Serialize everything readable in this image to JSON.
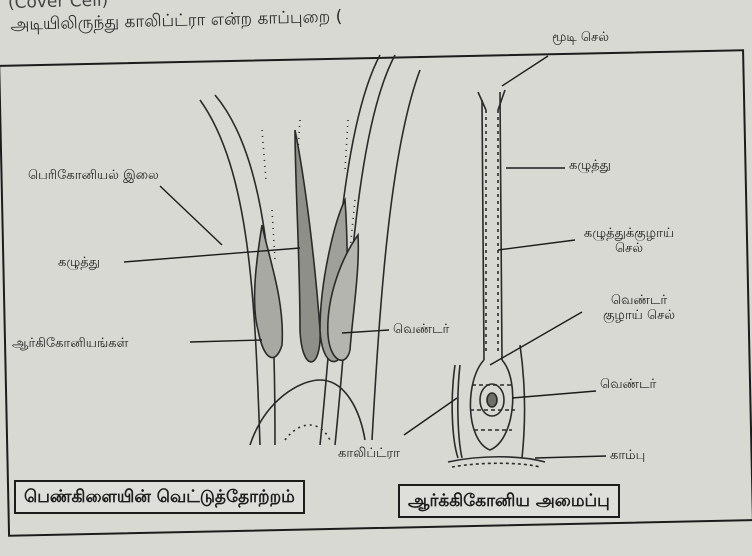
{
  "page": {
    "line1": "(Cover Cell)",
    "line2": "அடியிலிருந்து காலிப்ட்ரா என்ற காப்புறை (",
    "background": "#d9d9d4",
    "ink": "#1c1c1c"
  },
  "labels": {
    "perichaetial_leaf": "பெரிகோனியல் இலை",
    "neck_left": "கழுத்து",
    "archegonia": "ஆர்கிகோனியங்கள்",
    "venter_left": "வெண்டர்",
    "cover_cell": "மூடி செல்",
    "neck_right": "கழுத்து",
    "neck_canal_cell_1": "கழுத்துக்குழாய்",
    "neck_canal_cell_2": "செல்",
    "venter_canal_cell_1": "வெண்டர்",
    "venter_canal_cell_2": "குழாய் செல்",
    "venter_right": "வெண்டர்",
    "calyptra": "காலிப்ட்ரா",
    "stalk": "காம்பு"
  },
  "captions": {
    "left": "பெண்கிளையின் வெட்டுத்தோற்றம்",
    "right": "ஆர்க்கிகோனிய அமைப்பு"
  }
}
